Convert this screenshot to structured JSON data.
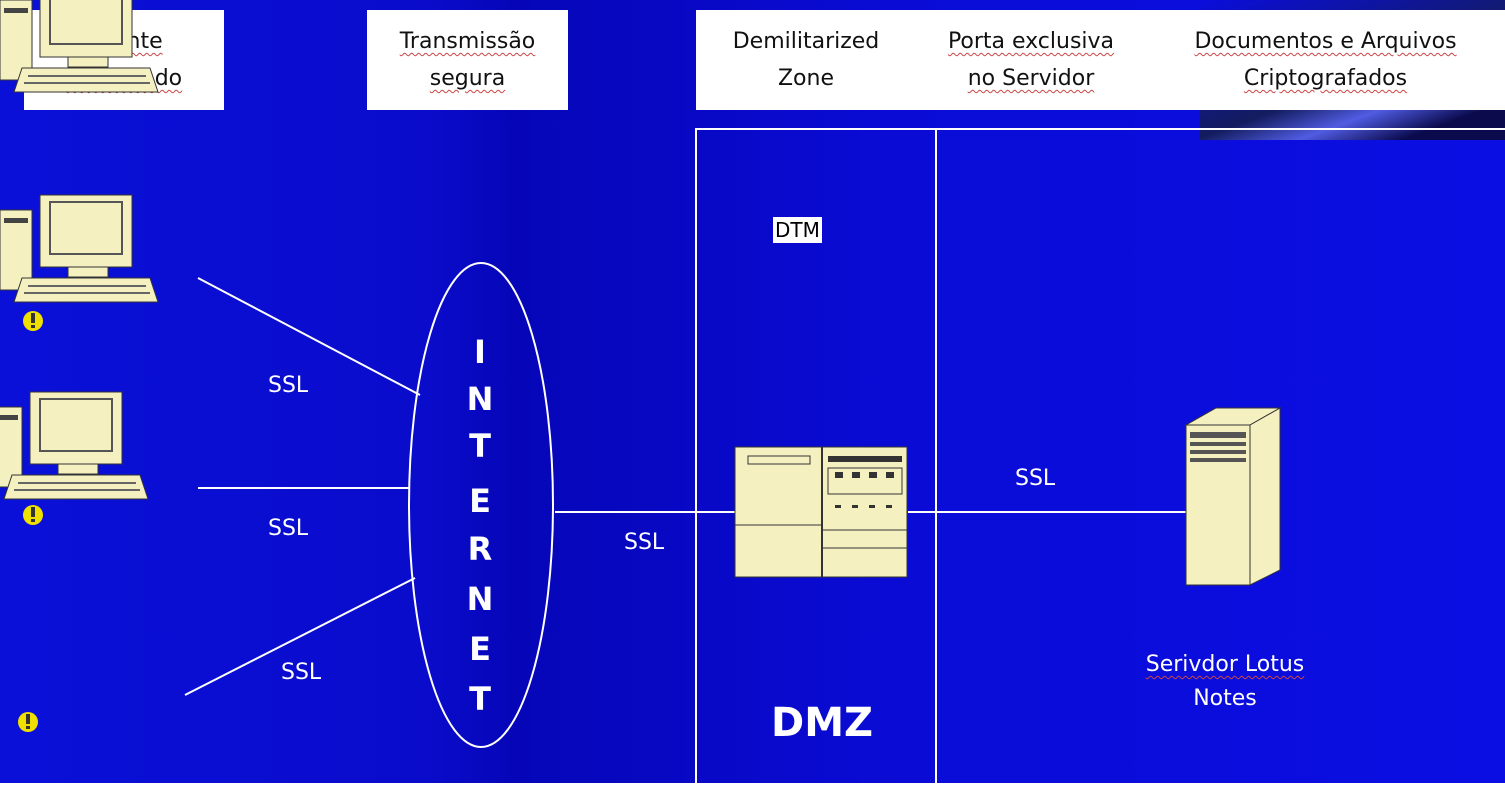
{
  "headers": {
    "cliente": [
      "Cliente",
      "certificado"
    ],
    "transmissao": [
      "Transmissão",
      "segura"
    ],
    "dmz_zone": [
      "Demilitarized",
      "Zone"
    ],
    "porta": [
      "Porta exclusiva",
      "no Servidor"
    ],
    "documentos": [
      "Documentos e Arquivos",
      "Criptografados"
    ]
  },
  "internet_letters": [
    "I",
    "N",
    "T",
    "E",
    "R",
    "N",
    "E",
    "T"
  ],
  "ssl_labels": {
    "client1": "SSL",
    "client2": "SSL",
    "client3": "SSL",
    "internet_to_dmz": "SSL",
    "dmz_to_server": "SSL"
  },
  "dtm_label": "DTM",
  "dmz_label": "DMZ",
  "server_label": [
    "Serivdor Lotus",
    "Notes"
  ],
  "colors": {
    "background": "#0a0ee2",
    "device_fill": "#f5f0c0",
    "warning": "#f0e000"
  }
}
